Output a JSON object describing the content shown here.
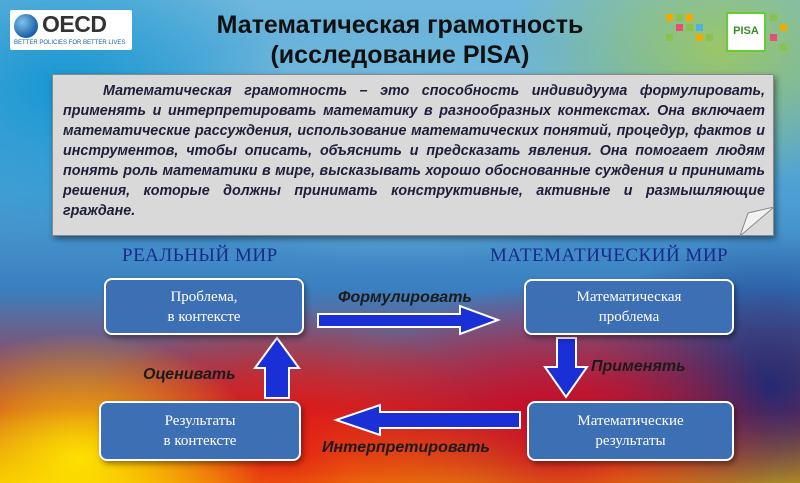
{
  "logos": {
    "oecd_name": "OECD",
    "oecd_tagline": "BETTER POLICIES FOR BETTER LIVES",
    "pisa_name": "PISA"
  },
  "title": {
    "line1": "Математическая грамотность",
    "line2": "(исследование PISA)"
  },
  "definition": "Математическая грамотность – это способность индивидуума формулировать, применять и интерпретировать математику в разнообразных контекстах. Она включает математические рассуждения, использование математических понятий, процедур, фактов и инструментов, чтобы описать, объяснить и предсказать явления. Она помогает людям понять роль математики в мире, высказывать хорошо обоснованные суждения и принимать решения, которые должны принимать конструктивные, активные и размышляющие граждане.",
  "diagram": {
    "real_world_label": "РЕАЛЬНЫЙ МИР",
    "math_world_label": "МАТЕМАТИЧЕСКИЙ МИР",
    "boxes": {
      "problem_context": {
        "line1": "Проблема,",
        "line2": "в контексте"
      },
      "math_problem": {
        "line1": "Математическая",
        "line2": "проблема"
      },
      "math_results": {
        "line1": "Математические",
        "line2": "результаты"
      },
      "context_results": {
        "line1": "Результаты",
        "line2": "в контексте"
      }
    },
    "actions": {
      "formulate": "Формулировать",
      "apply": "Применять",
      "interpret": "Интерпретировать",
      "evaluate": "Оценивать"
    }
  },
  "colors": {
    "box_fill": "#3d6fb5",
    "arrow_fill": "#1a2fd6",
    "label_color": "#1a2a8a"
  }
}
